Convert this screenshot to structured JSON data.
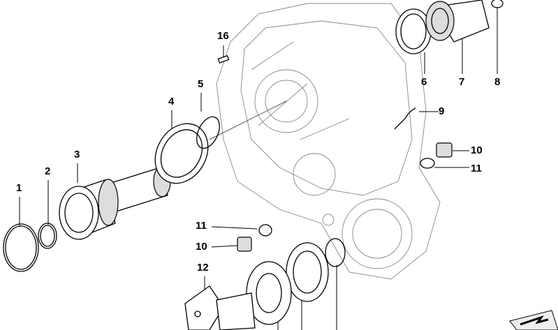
{
  "diagram": {
    "callouts": [
      {
        "id": "c16",
        "text": "16"
      },
      {
        "id": "c5",
        "text": "5"
      },
      {
        "id": "c4",
        "text": "4"
      },
      {
        "id": "c3",
        "text": "3"
      },
      {
        "id": "c2",
        "text": "2"
      },
      {
        "id": "c1",
        "text": "1"
      },
      {
        "id": "c6",
        "text": "6"
      },
      {
        "id": "c7",
        "text": "7"
      },
      {
        "id": "c8",
        "text": "8"
      },
      {
        "id": "c9",
        "text": "9"
      },
      {
        "id": "c10a",
        "text": "10"
      },
      {
        "id": "c11a",
        "text": "11"
      },
      {
        "id": "c11b",
        "text": "11"
      },
      {
        "id": "c10b",
        "text": "10"
      },
      {
        "id": "c12",
        "text": "12"
      }
    ]
  }
}
